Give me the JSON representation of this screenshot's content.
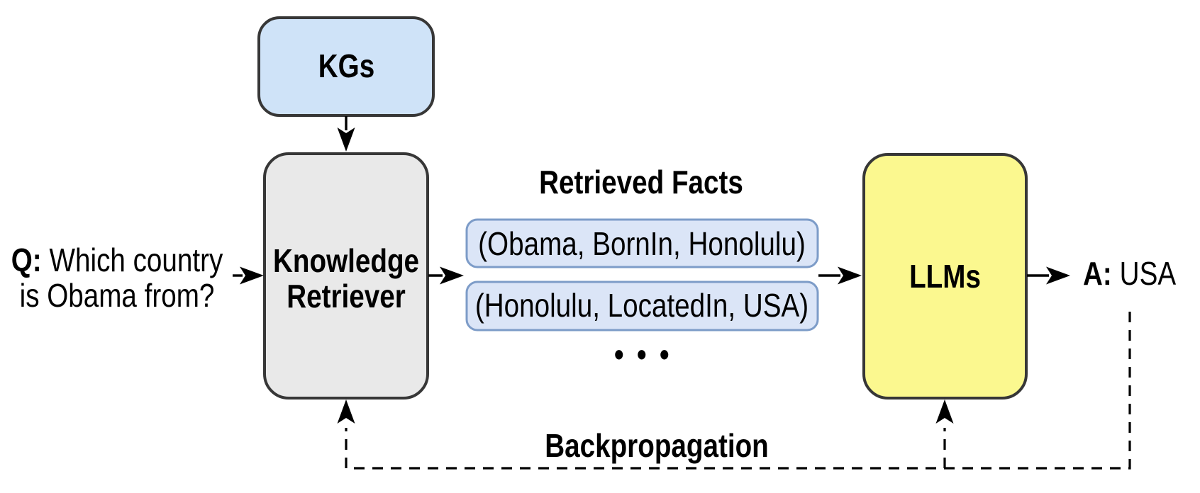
{
  "question": {
    "prefix": "Q:",
    "line1": "Which country",
    "line2": "is Obama from?"
  },
  "kgs": {
    "label": "KGs"
  },
  "retriever": {
    "line1": "Knowledge",
    "line2": "Retriever"
  },
  "facts": {
    "title": "Retrieved Facts",
    "items": [
      "(Obama, BornIn, Honolulu)",
      "(Honolulu, LocatedIn, USA)"
    ],
    "ellipsis": "•••"
  },
  "llms": {
    "label": "LLMs"
  },
  "answer": {
    "prefix": "A:",
    "value": "USA"
  },
  "backprop": {
    "label": "Backpropagation"
  },
  "colors": {
    "kgs_fill": "#cfe3f8",
    "retriever_fill": "#e9e9e9",
    "llms_fill": "#fbf88f",
    "fact_fill": "#dbe5f7",
    "fact_border": "#7d9cc8",
    "box_border": "#373737",
    "arrow": "#000000",
    "text": "#000000",
    "background": "#ffffff"
  }
}
